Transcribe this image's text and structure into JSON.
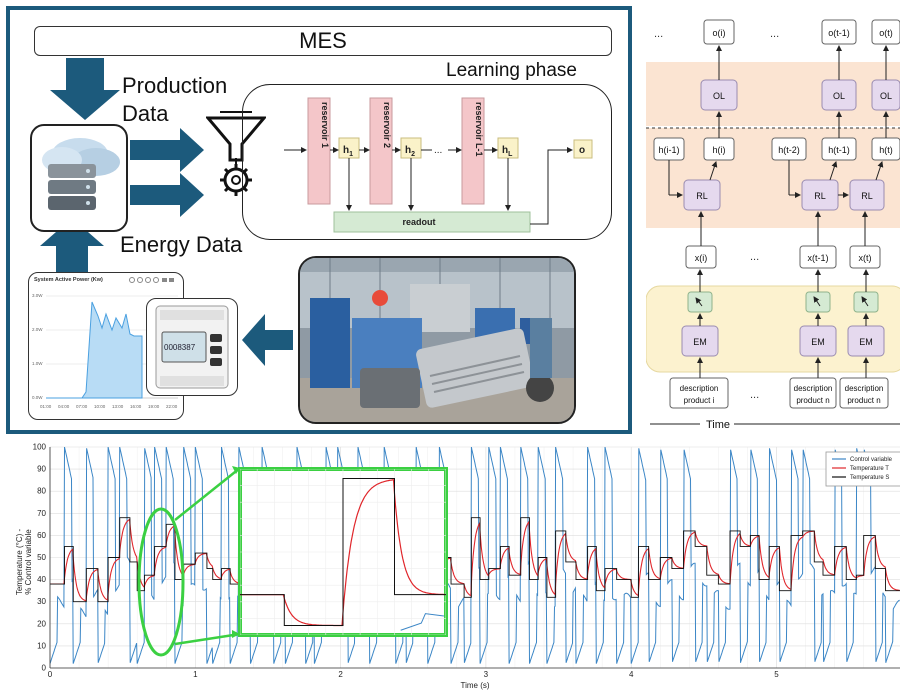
{
  "mes": {
    "label": "MES"
  },
  "production_data": {
    "line1": "Production",
    "line2": "Data"
  },
  "energy_data": {
    "label": "Energy Data"
  },
  "learning_phase": {
    "label": "Learning phase"
  },
  "reservoirs": [
    {
      "label": "reservoir 1",
      "state": "h",
      "sub": "1"
    },
    {
      "label": "reservoir 2",
      "state": "h",
      "sub": "2"
    },
    {
      "label": "reservoir L-1",
      "state": "h",
      "sub": "L"
    }
  ],
  "readout": {
    "label": "readout"
  },
  "output": {
    "label": "o"
  },
  "ellipsis": "...",
  "power_panel": {
    "title": "System Active Power (Kw)",
    "meter_display": "0008387",
    "yticks": [
      "0.0W",
      "1.0W",
      "2.0W",
      "3.0W"
    ],
    "xticks": [
      "01:00",
      "04:00",
      "07:00",
      "10:00",
      "13:00",
      "16:00",
      "19:00",
      "22:00"
    ]
  },
  "rnn": {
    "top_ellipsis": "...",
    "outputs": [
      "o(i)",
      "o(t-1)",
      "o(t)"
    ],
    "ol": "OL",
    "hidden_prev": [
      "h(i-1)",
      "h(t-2)"
    ],
    "hidden": [
      "h(i)",
      "h(t-1)",
      "h(t)"
    ],
    "rl": "RL",
    "inputs": [
      "x(i)",
      "x(t-1)",
      "x(t)"
    ],
    "em": "EM",
    "descriptions": [
      [
        "description",
        "product i"
      ],
      [
        "description",
        "product n"
      ],
      [
        "description",
        "product n"
      ]
    ],
    "time_label": "Time"
  },
  "chart_data": {
    "type": "line",
    "xlabel": "Time (s)",
    "ylabel_lines": [
      "Temperature (°C) -",
      "% Control variable"
    ],
    "xlim": [
      0,
      5.85
    ],
    "ylim": [
      0,
      100
    ],
    "xticks": [
      0,
      1,
      2,
      3,
      4,
      5
    ],
    "yticks": [
      0,
      10,
      20,
      30,
      40,
      50,
      60,
      70,
      80,
      90,
      100
    ],
    "legend": [
      "Control variable",
      "Temperature T",
      "Temperature S"
    ],
    "legend_position": "top-right",
    "setpoint_steps": [
      [
        0.0,
        38
      ],
      [
        0.1,
        55
      ],
      [
        0.16,
        30
      ],
      [
        0.25,
        45
      ],
      [
        0.33,
        30
      ],
      [
        0.4,
        50
      ],
      [
        0.48,
        68
      ],
      [
        0.55,
        48
      ],
      [
        0.6,
        35
      ],
      [
        0.65,
        42
      ],
      [
        0.72,
        55
      ],
      [
        0.8,
        65
      ],
      [
        0.86,
        40
      ],
      [
        0.92,
        47
      ],
      [
        1.0,
        52
      ],
      [
        1.08,
        45
      ],
      [
        1.12,
        40
      ],
      [
        1.18,
        45
      ],
      [
        1.24,
        38
      ],
      [
        1.3,
        40
      ],
      [
        1.38,
        35
      ],
      [
        1.46,
        65
      ],
      [
        1.54,
        48
      ],
      [
        1.62,
        30
      ],
      [
        1.7,
        57
      ],
      [
        1.76,
        45
      ],
      [
        1.82,
        40
      ],
      [
        1.9,
        50
      ],
      [
        1.98,
        60
      ],
      [
        2.05,
        40
      ],
      [
        2.12,
        55
      ],
      [
        2.2,
        38
      ],
      [
        2.3,
        65
      ],
      [
        2.38,
        55
      ],
      [
        2.45,
        45
      ],
      [
        2.52,
        60
      ],
      [
        2.6,
        40
      ],
      [
        2.68,
        50
      ],
      [
        2.76,
        38
      ],
      [
        2.85,
        32
      ],
      [
        2.9,
        68
      ],
      [
        2.96,
        40
      ],
      [
        3.02,
        45
      ],
      [
        3.1,
        55
      ],
      [
        3.16,
        42
      ],
      [
        3.24,
        68
      ],
      [
        3.3,
        40
      ],
      [
        3.36,
        50
      ],
      [
        3.42,
        32
      ],
      [
        3.48,
        62
      ],
      [
        3.55,
        48
      ],
      [
        3.62,
        40
      ],
      [
        3.7,
        55
      ],
      [
        3.76,
        35
      ],
      [
        3.82,
        45
      ],
      [
        3.9,
        40
      ],
      [
        4.0,
        32
      ],
      [
        4.05,
        55
      ],
      [
        4.12,
        40
      ],
      [
        4.2,
        50
      ],
      [
        4.28,
        45
      ],
      [
        4.36,
        62
      ],
      [
        4.44,
        55
      ],
      [
        4.52,
        42
      ],
      [
        4.6,
        38
      ],
      [
        4.68,
        62
      ],
      [
        4.75,
        55
      ],
      [
        4.82,
        60
      ],
      [
        4.88,
        40
      ],
      [
        4.95,
        55
      ],
      [
        5.02,
        35
      ],
      [
        5.1,
        60
      ],
      [
        5.18,
        62
      ],
      [
        5.26,
        48
      ],
      [
        5.32,
        42
      ],
      [
        5.4,
        55
      ],
      [
        5.48,
        40
      ],
      [
        5.55,
        42
      ],
      [
        5.6,
        60
      ],
      [
        5.68,
        45
      ],
      [
        5.75,
        35
      ],
      [
        5.85,
        35
      ]
    ],
    "inset": {
      "setpoint": [
        [
          0.0,
          37
        ],
        [
          0.43,
          24
        ],
        [
          1.0,
          86
        ],
        [
          1.5,
          37
        ],
        [
          2.0,
          37
        ]
      ],
      "ylim": [
        20,
        90
      ]
    }
  }
}
